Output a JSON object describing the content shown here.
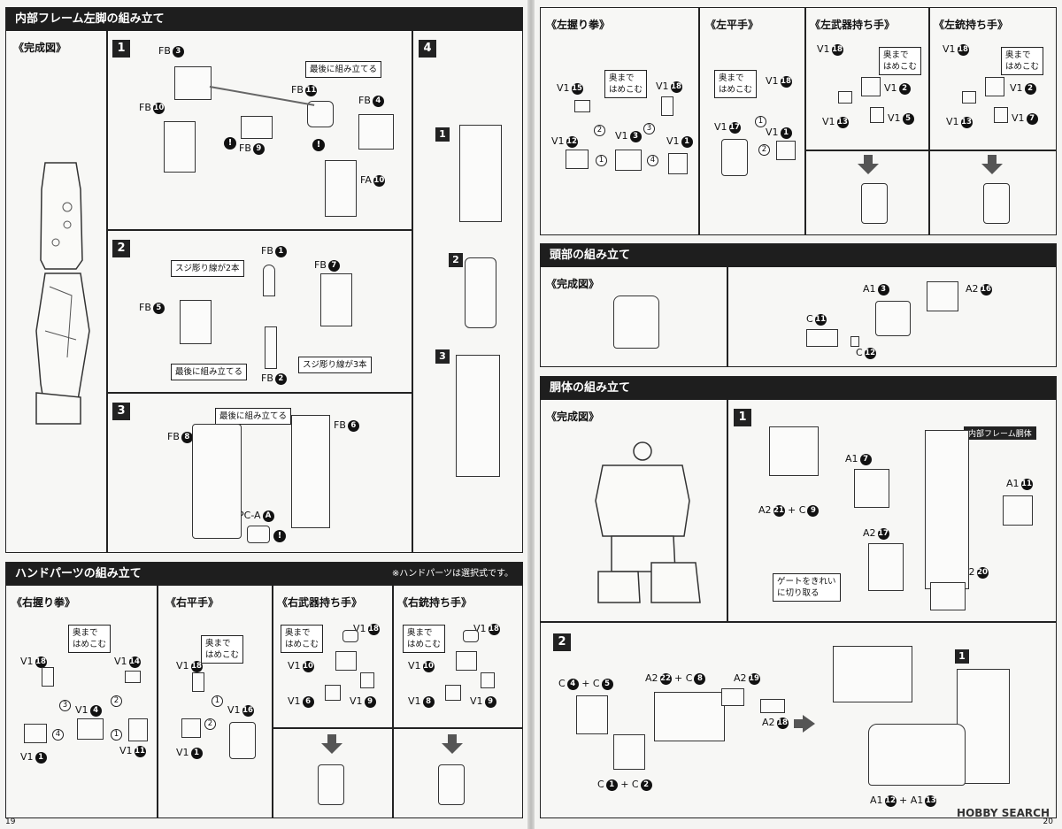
{
  "left_page": {
    "page_number": "19",
    "leg_section": {
      "title": "内部フレーム左脚の組み立て",
      "completed": "《完成図》",
      "step1": {
        "n": "1",
        "parts": [
          "FB",
          "FB",
          "FB",
          "FB",
          "FB",
          "FA"
        ],
        "nums": [
          "3",
          "10",
          "11",
          "4",
          "9",
          "10"
        ],
        "note": "最後に組み立てる"
      },
      "step2": {
        "n": "2",
        "parts": [
          "FB",
          "FB",
          "FB",
          "FB"
        ],
        "nums": [
          "1",
          "7",
          "5",
          "2"
        ],
        "note_two": "スジ彫り線が2本",
        "note_last": "最後に組み立てる",
        "note_three": "スジ彫り線が3本"
      },
      "step3": {
        "n": "3",
        "parts": [
          "FB",
          "FB",
          "PC-A"
        ],
        "nums": [
          "8",
          "6",
          "A"
        ],
        "note": "最後に組み立てる"
      },
      "step4": {
        "n": "4",
        "sub": [
          "1",
          "2",
          "3"
        ]
      }
    },
    "hand_section": {
      "title": "ハンドパーツの組み立て",
      "note": "※ハンドパーツは選択式です。",
      "cols": [
        {
          "title": "《右握り拳》",
          "labels": [
            "V1",
            "V1",
            "V1",
            "V1",
            "V1"
          ],
          "nums": [
            "18",
            "14",
            "4",
            "11",
            "1"
          ],
          "note": "奥まで\nはめこむ",
          "seq": [
            "3",
            "2",
            "4",
            "1"
          ]
        },
        {
          "title": "《右平手》",
          "labels": [
            "V1",
            "V1",
            "V1"
          ],
          "nums": [
            "18",
            "16",
            "1"
          ],
          "note": "奥まで\nはめこむ",
          "seq": [
            "1",
            "2"
          ]
        },
        {
          "title": "《右武器持ち手》",
          "labels": [
            "V1",
            "V1",
            "V1",
            "V1"
          ],
          "nums": [
            "18",
            "10",
            "6",
            "9"
          ],
          "note": "奥まで\nはめこむ"
        },
        {
          "title": "《右銃持ち手》",
          "labels": [
            "V1",
            "V1",
            "V1",
            "V1"
          ],
          "nums": [
            "18",
            "10",
            "8",
            "9"
          ],
          "note": "奥まで\nはめこむ"
        }
      ]
    }
  },
  "right_page": {
    "page_number": "20",
    "hand_cols": [
      {
        "title": "《左握り拳》",
        "labels": [
          "V1",
          "V1",
          "V1",
          "V1",
          "V1"
        ],
        "nums": [
          "15",
          "18",
          "12",
          "3",
          "1"
        ],
        "note": "奥まで\nはめこむ",
        "seq": [
          "2",
          "3",
          "1",
          "4"
        ]
      },
      {
        "title": "《左平手》",
        "labels": [
          "V1",
          "V1",
          "V1"
        ],
        "nums": [
          "18",
          "17",
          "1"
        ],
        "note": "奥まで\nはめこむ",
        "seq": [
          "1",
          "2"
        ]
      },
      {
        "title": "《左武器持ち手》",
        "labels": [
          "V1",
          "V1",
          "V1",
          "V1"
        ],
        "nums": [
          "18",
          "2",
          "13",
          "5"
        ],
        "note": "奥まで\nはめこむ"
      },
      {
        "title": "《左銃持ち手》",
        "labels": [
          "V1",
          "V1",
          "V1",
          "V1"
        ],
        "nums": [
          "18",
          "2",
          "13",
          "7"
        ],
        "note": "奥まで\nはめこむ"
      }
    ],
    "head_section": {
      "title": "頭部の組み立て",
      "completed": "《完成図》",
      "labels": [
        "A1",
        "A2",
        "C",
        "C"
      ],
      "nums": [
        "3",
        "16",
        "11",
        "12"
      ]
    },
    "torso_section": {
      "title": "胴体の組み立て",
      "completed": "《完成図》",
      "step1": {
        "n": "1",
        "flag": "内部フレーム胴体",
        "a1_7": "A1",
        "n_7": "7",
        "a1_11": "A1",
        "n_11": "11",
        "combo": "A2",
        "n_21": "21",
        "plus": "+ C",
        "n_9": "9",
        "a2_17": "A2",
        "n_17": "17",
        "a2_20": "A2",
        "n_20": "20",
        "note": "ゲートをきれい\nに切り取る"
      },
      "step2": {
        "n": "2",
        "c4": "C",
        "n4": "4",
        "plus_c": "+ C",
        "n5": "5",
        "a2": "A2",
        "n22": "22",
        "plus_c8": "+ C",
        "n8": "8",
        "a2_19": "A2",
        "n19": "19",
        "a2_18": "A2",
        "n18": "18",
        "c1": "C",
        "n1": "1",
        "plus_c2": "+ C",
        "n2": "2",
        "a1": "A1",
        "n12": "12",
        "plus_a1": "+ A1",
        "n13": "13",
        "ref": "1"
      }
    },
    "watermark": "HOBBY SEARCH"
  }
}
